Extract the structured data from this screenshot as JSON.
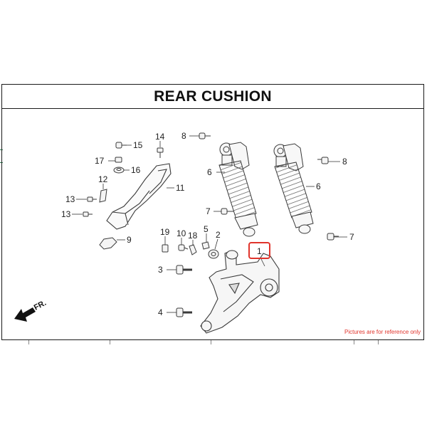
{
  "title": "REAR CUSHION",
  "direction_label": "FR.",
  "disclaimer": "Pictures are for reference only",
  "callouts": {
    "c1": "1",
    "c2": "2",
    "c3": "3",
    "c4": "4",
    "c5": "5",
    "c6a": "6",
    "c6b": "6",
    "c7a": "7",
    "c7b": "7",
    "c8a": "8",
    "c8b": "8",
    "c9": "9",
    "c10": "10",
    "c11": "11",
    "c12": "12",
    "c13a": "13",
    "c13b": "13",
    "c14": "14",
    "c15": "15",
    "c16": "16",
    "c17": "17",
    "c18": "18",
    "c19": "19"
  },
  "highlight_part": "1",
  "colors": {
    "frame": "#1a1a1a",
    "line_art": "#3a3a3a",
    "highlight": "#e0342c",
    "disclaimer": "#e0342c"
  },
  "icons": [
    "front-direction-arrow-icon"
  ]
}
